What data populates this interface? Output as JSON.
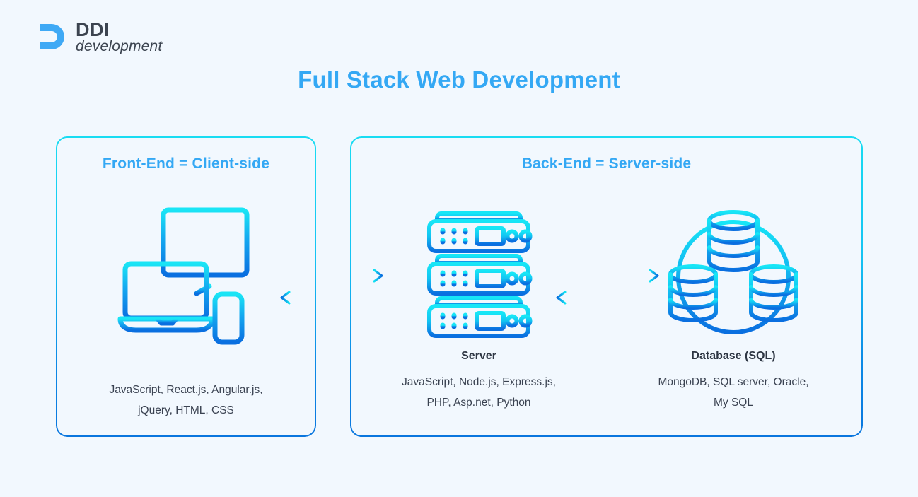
{
  "brand": {
    "mark": "ddi-logo-icon",
    "name": "DDI",
    "tagline": "development"
  },
  "title": "Full Stack Web Development",
  "panels": [
    {
      "id": "frontend",
      "heading": "Front-End = Client-side",
      "columns": [
        {
          "id": "client",
          "icon": "devices-icon",
          "label": "",
          "tech": "JavaScript, React.js, Angular.js,\njQuery, HTML, CSS"
        }
      ]
    },
    {
      "id": "backend",
      "heading": "Back-End = Server-side",
      "columns": [
        {
          "id": "server",
          "icon": "server-rack-icon",
          "label": "Server",
          "tech": "JavaScript, Node.js, Express.js,\nPHP, Asp.net, Python"
        },
        {
          "id": "database",
          "icon": "database-cluster-icon",
          "label": "Database (SQL)",
          "tech": "MongoDB, SQL server, Oracle,\nMy SQL"
        }
      ]
    }
  ],
  "arrows": [
    {
      "id": "client-to-server",
      "direction": "right",
      "icon": "arrow-right-icon"
    },
    {
      "id": "server-to-client",
      "direction": "left",
      "icon": "arrow-left-icon"
    },
    {
      "id": "server-to-database",
      "direction": "right",
      "icon": "arrow-right-icon"
    },
    {
      "id": "database-to-server",
      "direction": "left",
      "icon": "arrow-left-icon"
    }
  ],
  "colors": {
    "background": "#f2f8fe",
    "accent_blue": "#34a8f4",
    "cyan": "#18dcf2",
    "deep_blue": "#0a76de",
    "text_dark": "#2e3643",
    "logo_blue": "#3fa9f5"
  }
}
